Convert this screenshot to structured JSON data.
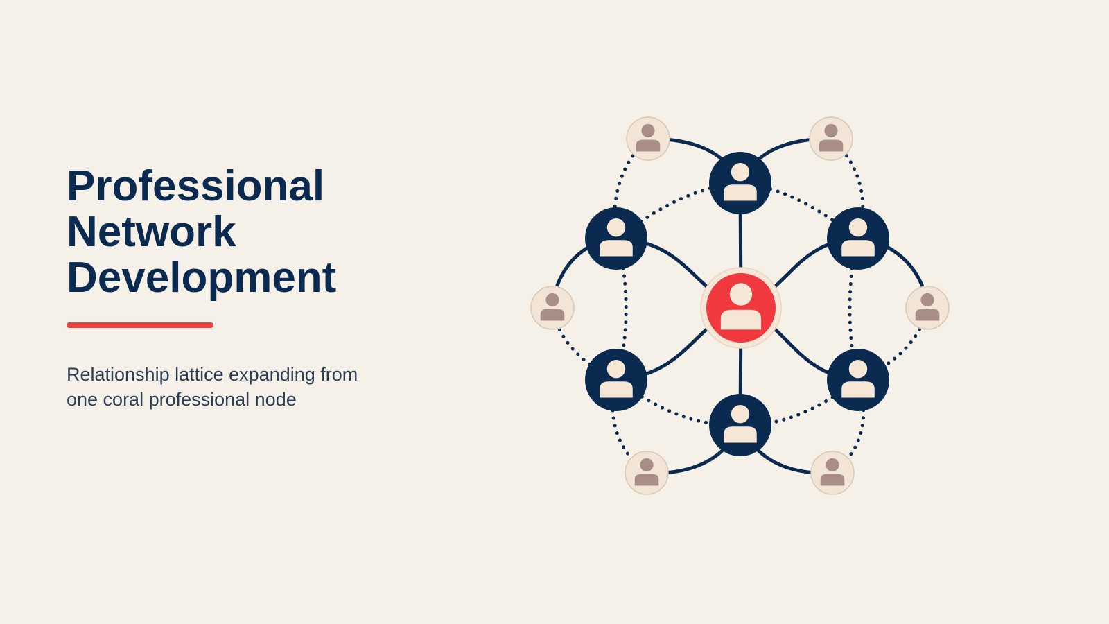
{
  "slide": {
    "title_lines": [
      "Professional",
      "Network",
      "Development"
    ],
    "subtitle_lines": [
      "Relationship lattice expanding from",
      "one coral professional node"
    ]
  },
  "colors": {
    "background": "#f5f0e8",
    "navy": "#0b2a4f",
    "coral": "#f0393f",
    "accent_bar": "#e84545",
    "cream": "#f5e6d6",
    "outer_fill": "#f3e5d6",
    "outer_icon": "#a88e86"
  },
  "diagram": {
    "central_node": {
      "label": "coral professional node",
      "icon": "person-icon"
    },
    "inner_nodes": [
      "top",
      "upper-left",
      "upper-right",
      "lower-left",
      "lower-right",
      "bottom"
    ],
    "outer_nodes": [
      "top-left",
      "top-right",
      "left",
      "right",
      "bottom-left",
      "bottom-right"
    ],
    "connection_types": [
      "solid",
      "dotted"
    ]
  }
}
